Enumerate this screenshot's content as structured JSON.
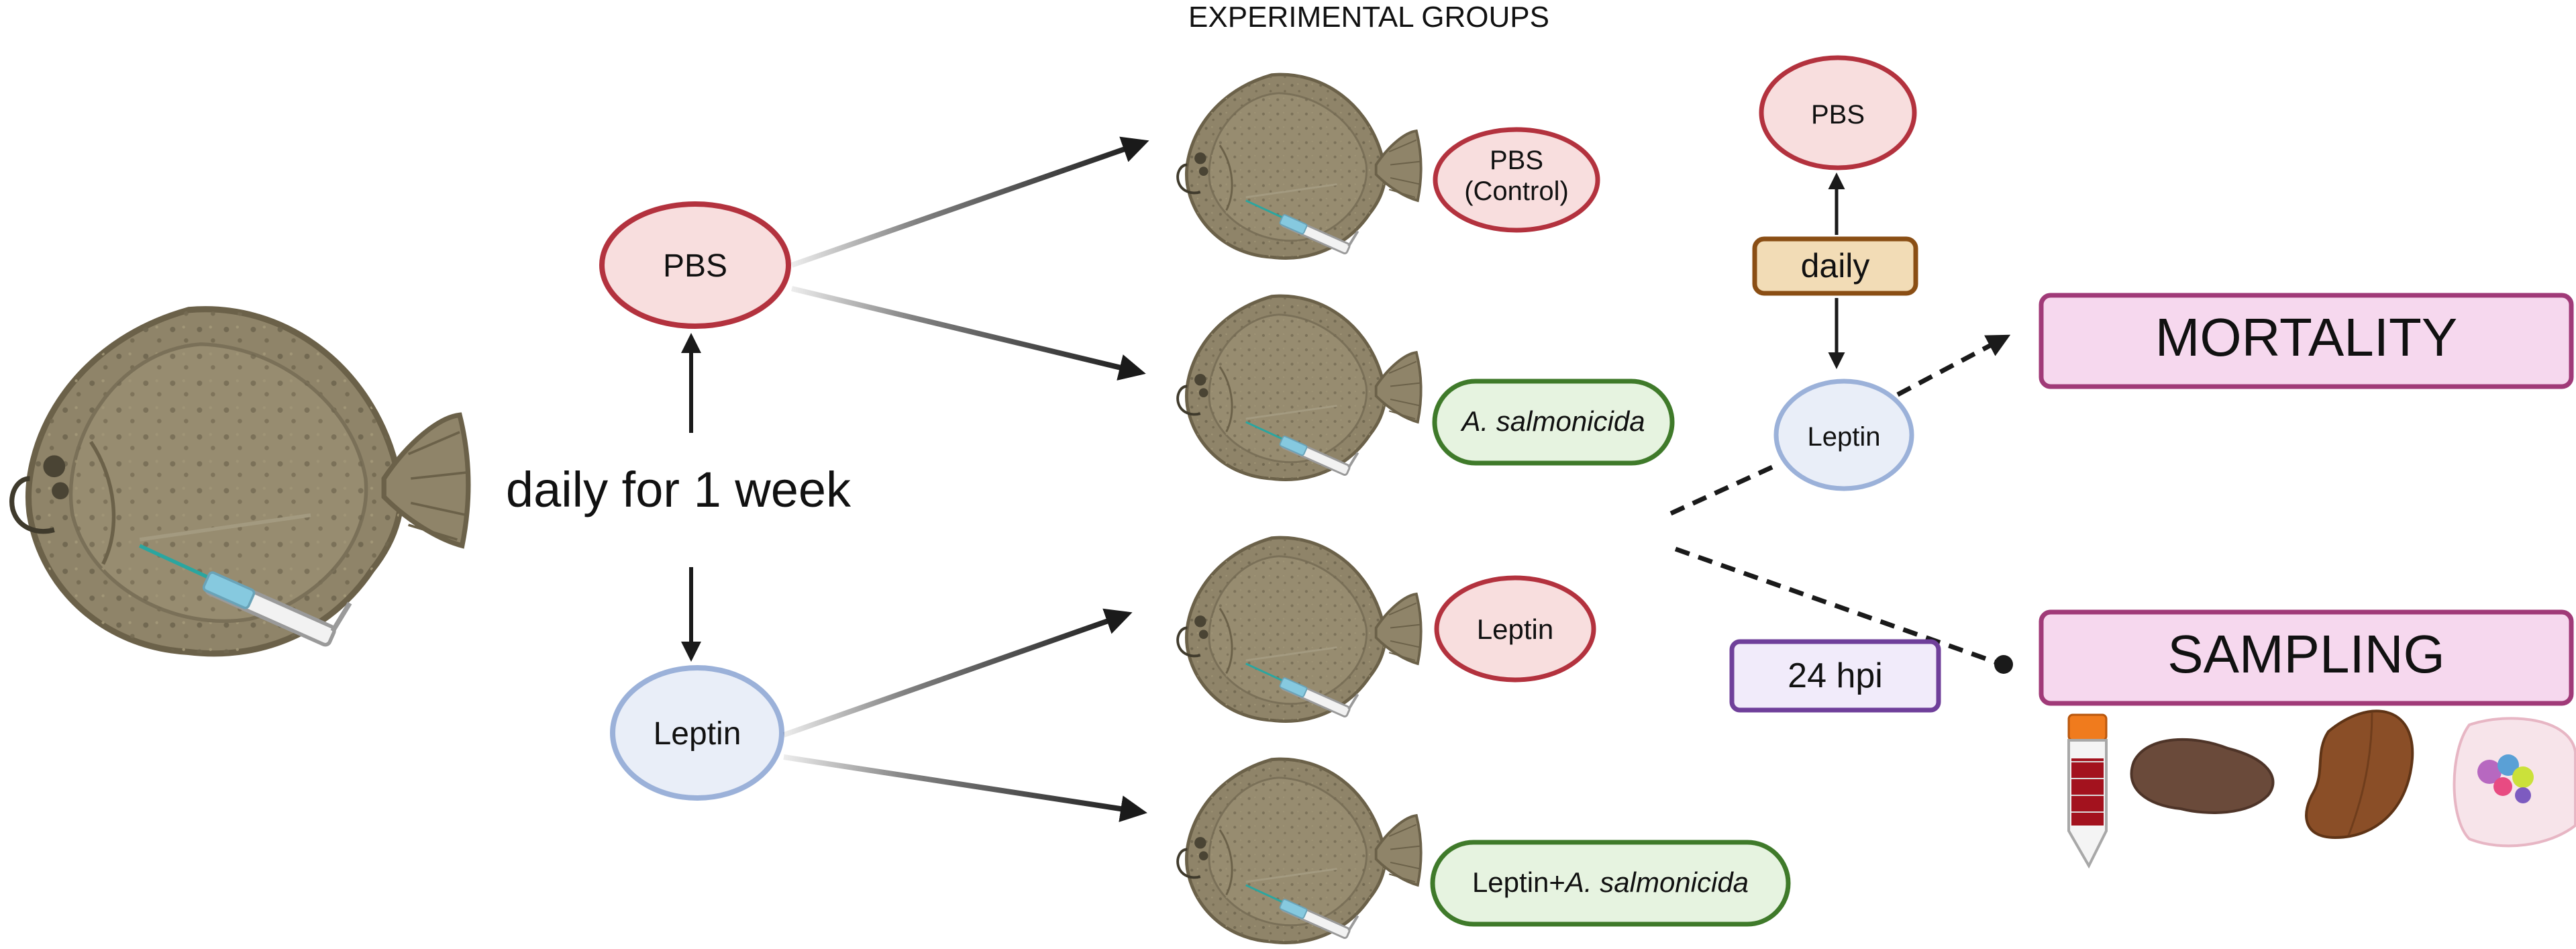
{
  "header": {
    "title": "EXPERIMENTAL GROUPS"
  },
  "treatment": {
    "schedule_label": "daily for 1 week",
    "pbs_label": "PBS",
    "leptin_label": "Leptin"
  },
  "groups": [
    {
      "line1": "PBS",
      "line2": "(Control)",
      "style": "red"
    },
    {
      "line1": "A. salmonicida",
      "italic": true,
      "style": "green"
    },
    {
      "line1": "Leptin",
      "style": "red"
    },
    {
      "prefix": "Leptin+",
      "italic_part": "A. salmonicida",
      "style": "green"
    }
  ],
  "followup": {
    "pbs_label": "PBS",
    "daily_label": "daily",
    "leptin_label": "Leptin",
    "timepoint_label": "24 hpi",
    "mortality_label": "MORTALITY",
    "sampling_label": "SAMPLING"
  },
  "colors": {
    "red_fill": "#f8dede",
    "red_stroke": "#b3323e",
    "blue_fill": "#e9eef8",
    "blue_stroke": "#9bb1d9",
    "green_fill": "#e6f3e0",
    "green_stroke": "#3f7a2a",
    "pink_fill": "#f6d8ee",
    "pink_stroke": "#a03a78",
    "daily_fill": "#f2dcb6",
    "daily_stroke": "#8a4e14",
    "hpi_fill": "#f1ebfa",
    "hpi_stroke": "#6f3f9a",
    "fish_fill": "#8f8469",
    "fish_dark": "#6b6149"
  }
}
